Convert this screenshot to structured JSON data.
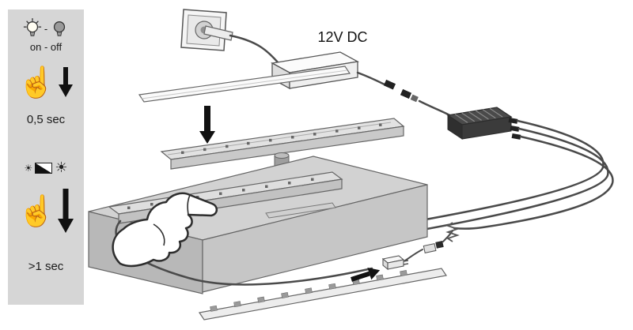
{
  "legend": {
    "onoff_label": "on - off",
    "separator": "-",
    "short_press": "0,5 sec",
    "long_press": ">1 sec"
  },
  "scene": {
    "psu_label": "12V DC"
  },
  "icons": {
    "sun": "☀",
    "press_hand": "☝"
  },
  "colors": {
    "legend_bg": "#d6d6d6",
    "outline": "#4a4a4a",
    "arrow": "#111111"
  }
}
